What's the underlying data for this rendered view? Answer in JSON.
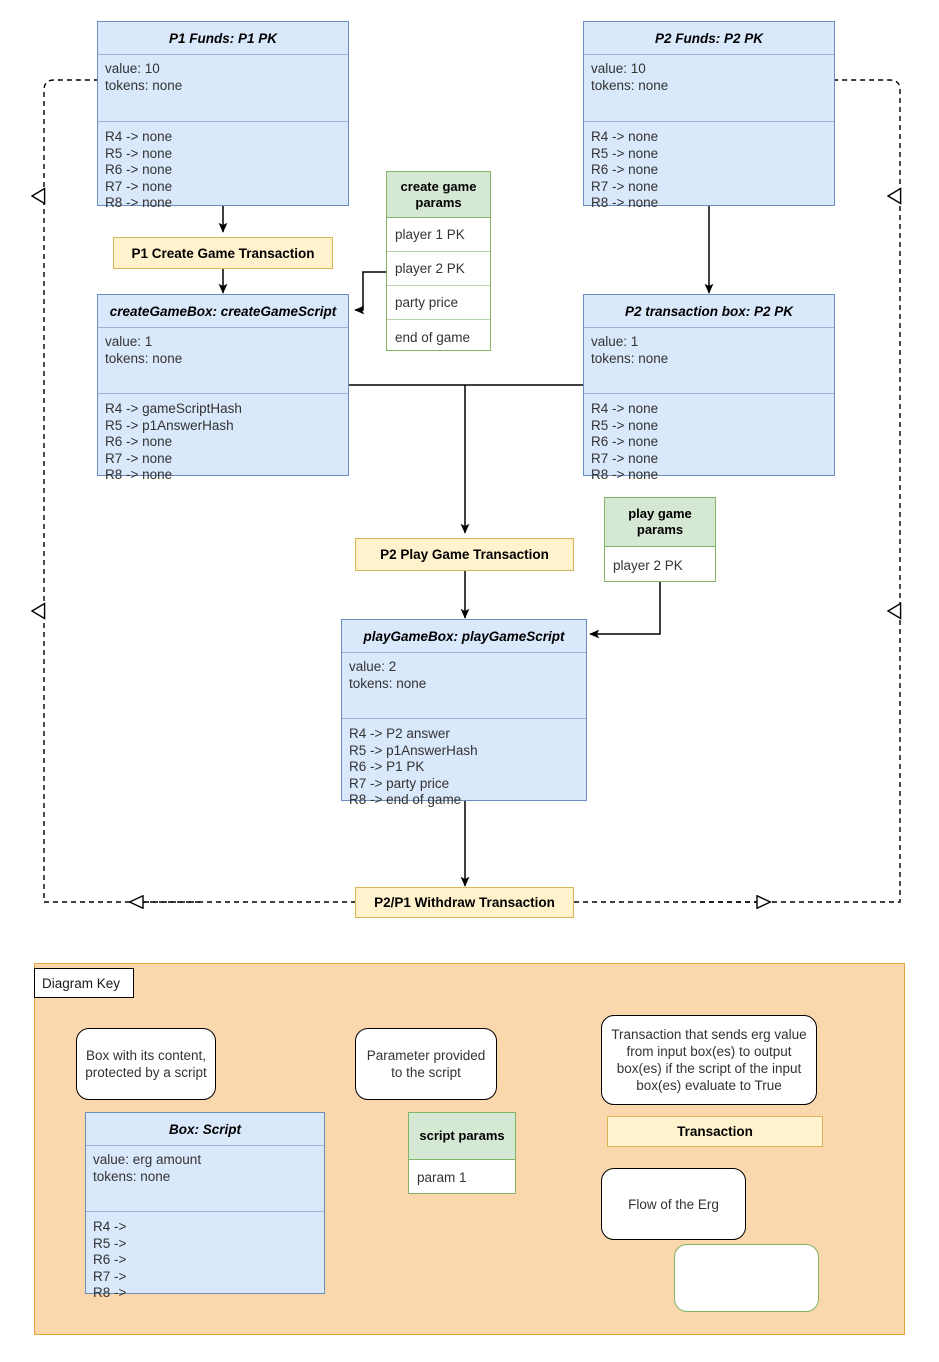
{
  "diagram": {
    "title": "Ergo game contract flow diagram",
    "colors": {
      "box_fill": "#dae8fc",
      "box_border": "#6c8ebf",
      "param_header_fill": "#d5e8d4",
      "param_border": "#82b366",
      "tx_fill": "#fff2cc",
      "tx_border": "#d6b656",
      "key_fill": "#fad7ac",
      "key_border": "#e8a33d",
      "line": "#000000"
    }
  },
  "boxes": {
    "p1_funds": {
      "title": "P1 Funds: P1 PK",
      "value": "value: 10",
      "tokens": "tokens: none",
      "registers": [
        "R4 -> none",
        "R5 -> none",
        "R6 -> none",
        "R7 -> none",
        "R8 -> none"
      ]
    },
    "p2_funds": {
      "title": "P2 Funds: P2 PK",
      "value": "value: 10",
      "tokens": "tokens: none",
      "registers": [
        "R4 -> none",
        "R5 -> none",
        "R6 -> none",
        "R7 -> none",
        "R8 -> none"
      ]
    },
    "create_game_box": {
      "title": "createGameBox: createGameScript",
      "value": "value: 1",
      "tokens": "tokens: none",
      "registers": [
        "R4 -> gameScriptHash",
        "R5 -> p1AnswerHash",
        "R6 -> none",
        "R7 -> none",
        "R8 -> none"
      ]
    },
    "p2_transaction_box": {
      "title": "P2 transaction box: P2 PK",
      "value": "value: 1",
      "tokens": "tokens: none",
      "registers": [
        "R4 -> none",
        "R5 -> none",
        "R6 -> none",
        "R7 -> none",
        "R8 -> none"
      ]
    },
    "play_game_box": {
      "title": "playGameBox: playGameScript",
      "value": "value: 2",
      "tokens": "tokens: none",
      "registers": [
        "R4 -> P2 answer",
        "R5 -> p1AnswerHash",
        "R6 -> P1 PK",
        "R7 -> party price",
        "R8 -> end of game"
      ]
    }
  },
  "params": {
    "create_game": {
      "title": "create game params",
      "items": [
        "player 1 PK",
        "player 2 PK",
        "party price",
        "end of game"
      ]
    },
    "play_game": {
      "title": "play game params",
      "items": [
        "player 2 PK"
      ]
    }
  },
  "transactions": {
    "p1_create_game": "P1 Create Game Transaction",
    "p2_play_game": "P2 Play Game Transaction",
    "withdraw": "P2/P1 Withdraw Transaction"
  },
  "key": {
    "tab_label": "Diagram Key",
    "legend_box_desc": "Box with its content,\nprotected by a script",
    "legend_param_desc": "Parameter provided\nto the script",
    "legend_tx_desc": "Transaction that sends erg value from input box(es) to output box(es) if the script of the input box(es) evaluate to True",
    "legend_flow_desc": "Flow of the Erg",
    "sample_box": {
      "title": "Box: Script",
      "value": "value: erg amount",
      "tokens": "tokens: none",
      "registers": [
        "R4 ->",
        "R5 ->",
        "R6 ->",
        "R7 ->",
        "R8 ->"
      ]
    },
    "sample_params": {
      "title": "script params",
      "items": [
        "param 1"
      ]
    },
    "sample_transaction": "Transaction"
  }
}
